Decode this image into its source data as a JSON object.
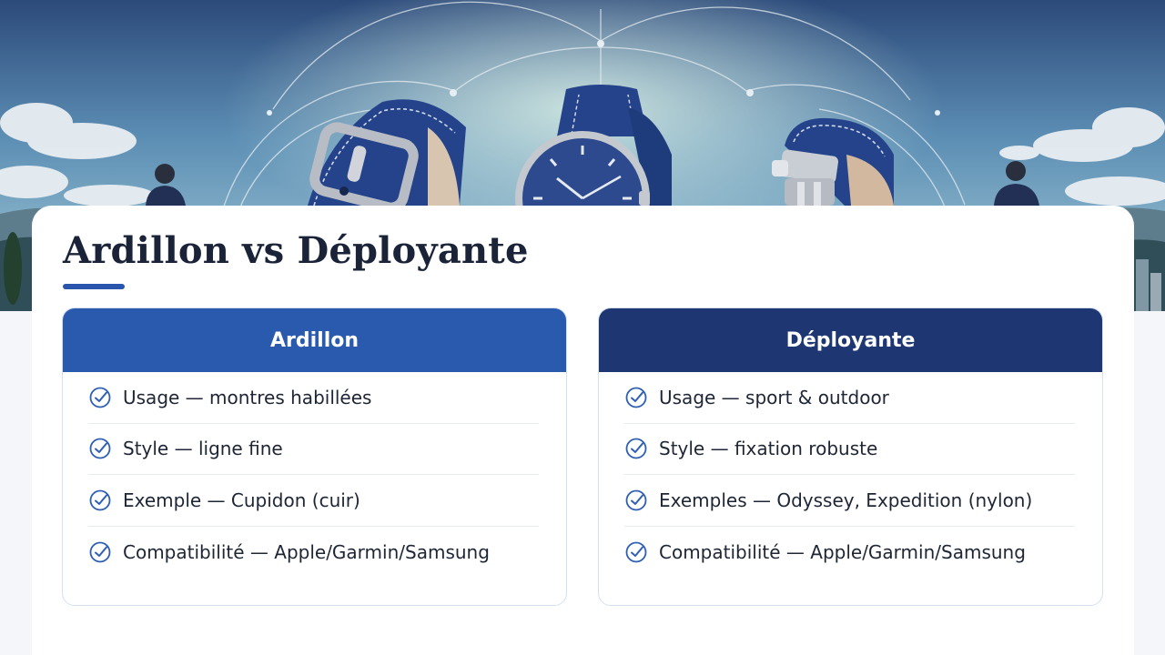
{
  "title": "Ardillon vs Déployante",
  "colors": {
    "accent": "#2a55ad",
    "left_header": "#2a5aae",
    "right_header": "#1e3672",
    "check": "#2f5fb3"
  },
  "hero": {
    "icons": [
      "buckle-strap-illustration",
      "watch-illustration",
      "deployant-clasp-illustration"
    ]
  },
  "cards": [
    {
      "header": "Ardillon",
      "items": [
        "Usage — montres habillées",
        "Style — ligne fine",
        "Exemple — Cupidon (cuir)",
        "Compatibilité — Apple/Garmin/Samsung"
      ]
    },
    {
      "header": "Déployante",
      "items": [
        "Usage — sport & outdoor",
        "Style — fixation robuste",
        "Exemples — Odyssey, Expedition (nylon)",
        "Compatibilité — Apple/Garmin/Samsung"
      ]
    }
  ]
}
